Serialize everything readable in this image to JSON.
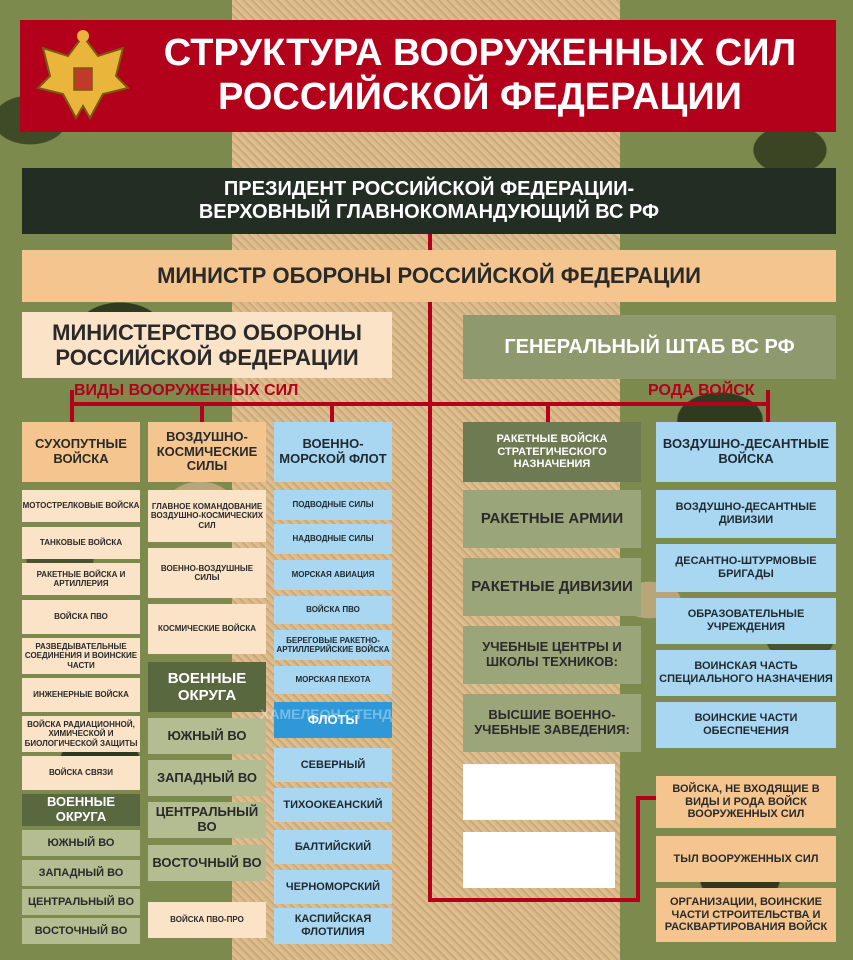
{
  "title": {
    "line1": "СТРУКТУРА ВООРУЖЕННЫХ СИЛ",
    "line2": "РОССИЙСКОЙ ФЕДЕРАЦИИ"
  },
  "colors": {
    "header_red": "#b3001b",
    "line_red": "#b3001b",
    "dark": "#232d24",
    "peach": "#f4c58f",
    "olive": "#6e7a52",
    "blue": "#a9d6f0"
  },
  "president": {
    "line1": "ПРЕЗИДЕНТ РОССИЙСКОЙ ФЕДЕРАЦИИ-",
    "line2": "ВЕРХОВНЫЙ ГЛАВНОКОМАНДУЮЩИЙ ВС РФ"
  },
  "minister": "МИНИСТР ОБОРОНЫ РОССИЙСКОЙ ФЕДЕРАЦИИ",
  "ministry": {
    "line1": "МИНИСТЕРСТВО ОБОРОНЫ",
    "line2": "РОССИЙСКОЙ ФЕДЕРАЦИИ"
  },
  "general_staff": "ГЕНЕРАЛЬНЫЙ ШТАБ ВС РФ",
  "labels": {
    "branches": "ВИДЫ ВООРУЖЕННЫХ СИЛ",
    "arms": "РОДА ВОЙСК"
  },
  "ground": {
    "title": "СУХОПУТНЫЕ ВОЙСКА",
    "items": [
      "МОТОСТРЕЛКОВЫЕ ВОЙСКА",
      "ТАНКОВЫЕ ВОЙСКА",
      "РАКЕТНЫЕ ВОЙСКА И АРТИЛЛЕРИЯ",
      "ВОЙСКА ПВО",
      "РАЗВЕДЫВАТЕЛЬНЫЕ СОЕДИНЕНИЯ И ВОИНСКИЕ ЧАСТИ",
      "ИНЖЕНЕРНЫЕ ВОЙСКА",
      "ВОЙСКА РАДИАЦИОННОЙ, ХИМИЧЕСКОЙ И БИОЛОГИЧЕСКОЙ ЗАЩИТЫ",
      "ВОЙСКА СВЯЗИ"
    ],
    "districts_title": "ВОЕННЫЕ ОКРУГА",
    "districts": [
      "ЮЖНЫЙ ВО",
      "ЗАПАДНЫЙ ВО",
      "ЦЕНТРАЛЬНЫЙ ВО",
      "ВОСТОЧНЫЙ ВО"
    ]
  },
  "aerospace": {
    "title": "ВОЗДУШНО-КОСМИЧЕСКИЕ СИЛЫ",
    "items": [
      "ГЛАВНОЕ КОМАНДОВАНИЕ ВОЗДУШНО-КОСМИЧЕСКИХ СИЛ",
      "ВОЕННО-ВОЗДУШНЫЕ СИЛЫ",
      "КОСМИЧЕСКИЕ ВОЙСКА"
    ],
    "districts_title": "ВОЕННЫЕ ОКРУГА",
    "districts": [
      "ЮЖНЫЙ ВО",
      "ЗАПАДНЫЙ ВО",
      "ЦЕНТРАЛЬНЫЙ ВО",
      "ВОСТОЧНЫЙ ВО"
    ],
    "pvo_pro": "ВОЙСКА ПВО-ПРО"
  },
  "navy": {
    "title": "ВОЕННО-МОРСКОЙ ФЛОТ",
    "items": [
      "ПОДВОДНЫЕ СИЛЫ",
      "НАДВОДНЫЕ СИЛЫ",
      "МОРСКАЯ АВИАЦИЯ",
      "ВОЙСКА ПВО",
      "БЕРЕГОВЫЕ РАКЕТНО-АРТИЛЛЕРИЙСКИЕ ВОЙСКА",
      "МОРСКАЯ ПЕХОТА"
    ],
    "fleets_title": "ФЛОТЫ",
    "fleets": [
      "СЕВЕРНЫЙ",
      "ТИХООКЕАНСКИЙ",
      "БАЛТИЙСКИЙ",
      "ЧЕРНОМОРСКИЙ",
      "КАСПИЙСКАЯ ФЛОТИЛИЯ"
    ]
  },
  "strategic": {
    "title": "РАКЕТНЫЕ ВОЙСКА СТРАТЕГИЧЕСКОГО НАЗНАЧЕНИЯ",
    "items": [
      "РАКЕТНЫЕ АРМИИ",
      "РАКЕТНЫЕ ДИВИЗИИ",
      "УЧЕБНЫЕ ЦЕНТРЫ И ШКОЛЫ ТЕХНИКОВ:",
      "ВЫСШИЕ ВОЕННО-УЧЕБНЫЕ ЗАВЕДЕНИЯ:"
    ]
  },
  "airborne": {
    "title": "ВОЗДУШНО-ДЕСАНТНЫЕ ВОЙСКА",
    "items": [
      "ВОЗДУШНО-ДЕСАНТНЫЕ ДИВИЗИИ",
      "ДЕСАНТНО-ШТУРМОВЫЕ БРИГАДЫ",
      "ОБРАЗОВАТЕЛЬНЫЕ УЧРЕЖДЕНИЯ",
      "ВОИНСКАЯ ЧАСТЬ СПЕЦИАЛЬНОГО НАЗНАЧЕНИЯ",
      "ВОИНСКИЕ ЧАСТИ ОБЕСПЕЧЕНИЯ"
    ]
  },
  "other": [
    "ВОЙСКА, НЕ ВХОДЯЩИЕ В ВИДЫ И РОДА ВОЙСК ВООРУЖЕННЫХ СИЛ",
    "ТЫЛ ВООРУЖЕННЫХ СИЛ",
    "ОРГАНИЗАЦИИ, ВОИНСКИЕ ЧАСТИ СТРОИТЕЛЬСТВА И РАСКВАРТИРОВАНИЯ ВОЙСК"
  ],
  "watermark": "ХАМЕЛЕОН СТЕНД"
}
